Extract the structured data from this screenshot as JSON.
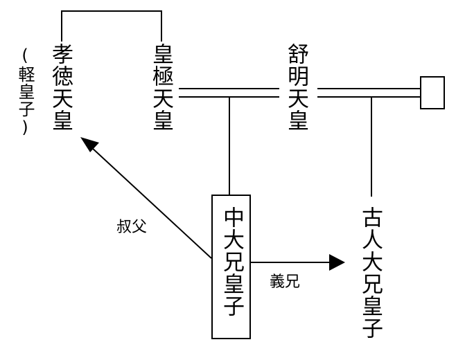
{
  "people": {
    "kotoku": "孝徳天皇",
    "kotoku_note": "(軽皇子)",
    "kogyoku": "皇極天皇",
    "jomei": "舒明天皇",
    "naka_no_oe": "中大兄皇子",
    "furuhito": "古人大兄皇子"
  },
  "relations": {
    "uncle": "叔父",
    "elder_half_brother": "義兄"
  },
  "colors": {
    "line": "#000000",
    "background": "#ffffff"
  }
}
